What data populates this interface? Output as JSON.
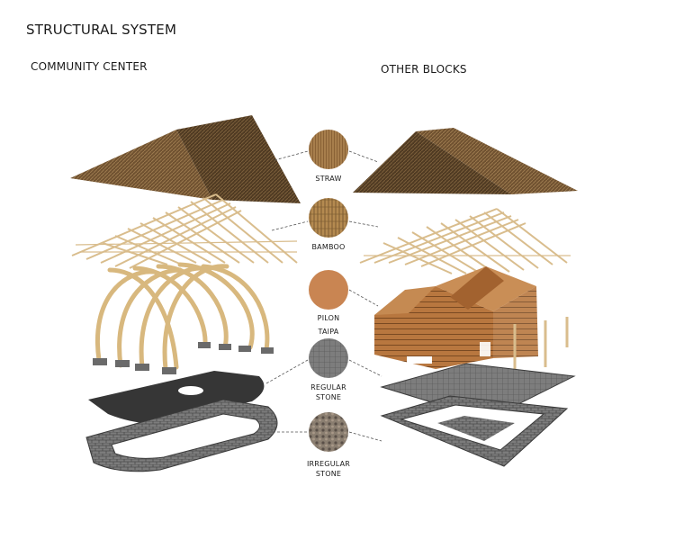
{
  "title": "STRUCTURAL SYSTEM",
  "columns": {
    "left": "COMMUNITY CENTER",
    "right": "OTHER BLOCKS"
  },
  "materials": [
    {
      "label": "STRAW",
      "icon": "straw-texture-icon"
    },
    {
      "label": "BAMBOO",
      "icon": "bamboo-texture-icon"
    },
    {
      "label": "PILON",
      "icon": "wood-texture-icon"
    },
    {
      "label": "TAIPA",
      "icon": "wood-texture-icon"
    },
    {
      "label": "REGULAR\nSTONE",
      "icon": "regular-stone-texture-icon"
    },
    {
      "label": "IRREGULAR\nSTONE",
      "icon": "irregular-stone-texture-icon"
    }
  ],
  "colors": {
    "straw": "#7a5a33",
    "bamboo": "#d6b889",
    "timber": "#b0713a",
    "slab": "#3a3a3a",
    "stone": "#8a8a8a"
  }
}
